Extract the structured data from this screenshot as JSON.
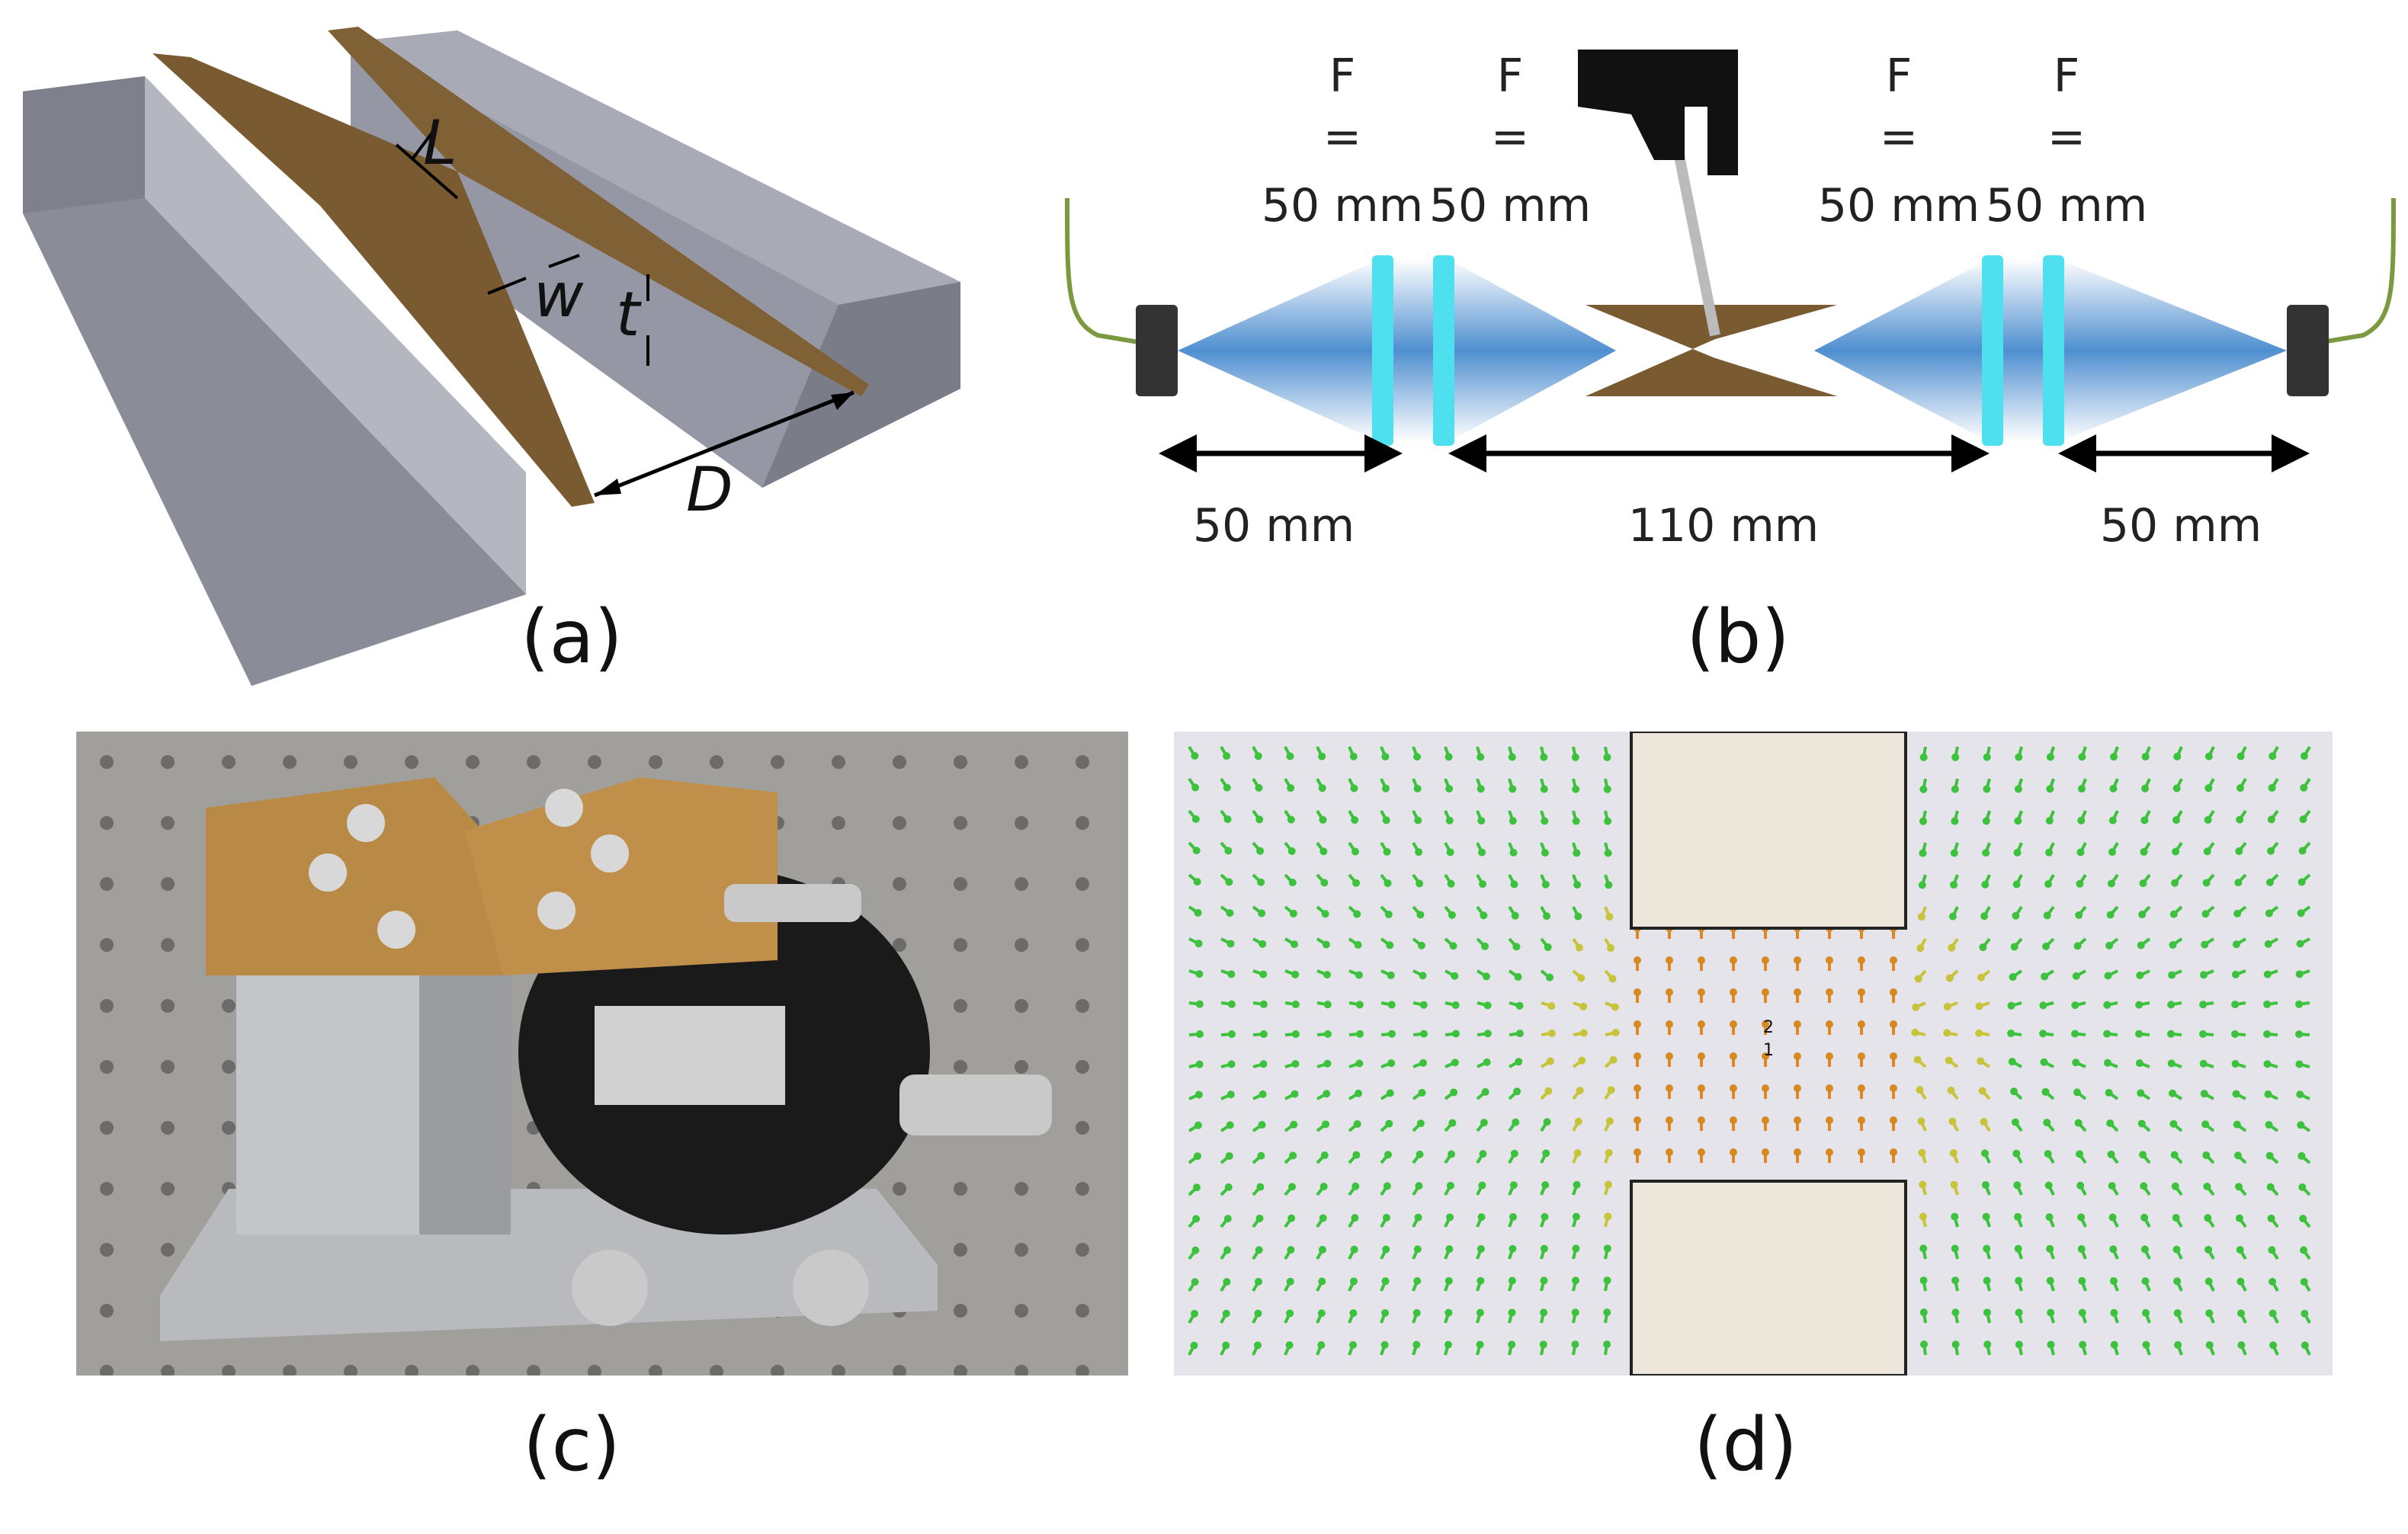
{
  "captions": {
    "a": "(a)",
    "b": "(b)",
    "c": "(c)",
    "d": "(d)"
  },
  "panel_a": {
    "labels": {
      "L": "L",
      "w": "w",
      "t": "t",
      "D": "D"
    }
  },
  "panel_b": {
    "focal_labels": [
      {
        "f": "F",
        "eq": "=",
        "val": "50 mm"
      },
      {
        "f": "F",
        "eq": "=",
        "val": "50 mm"
      },
      {
        "f": "F",
        "eq": "=",
        "val": "50 mm"
      },
      {
        "f": "F",
        "eq": "=",
        "val": "50 mm"
      }
    ],
    "distances": {
      "left": "50 mm",
      "middle": "110 mm",
      "right": "50 mm"
    }
  },
  "panel_d": {
    "probe_labels": [
      "2",
      "1"
    ]
  },
  "colors": {
    "block": "#8e909c",
    "antenna": "#7a5a30",
    "beam": "#5a9ad0",
    "lens": "#4fe0f0",
    "field_green": "#3cc23c",
    "field_orange": "#e08a20",
    "plate": "#ece7da"
  }
}
